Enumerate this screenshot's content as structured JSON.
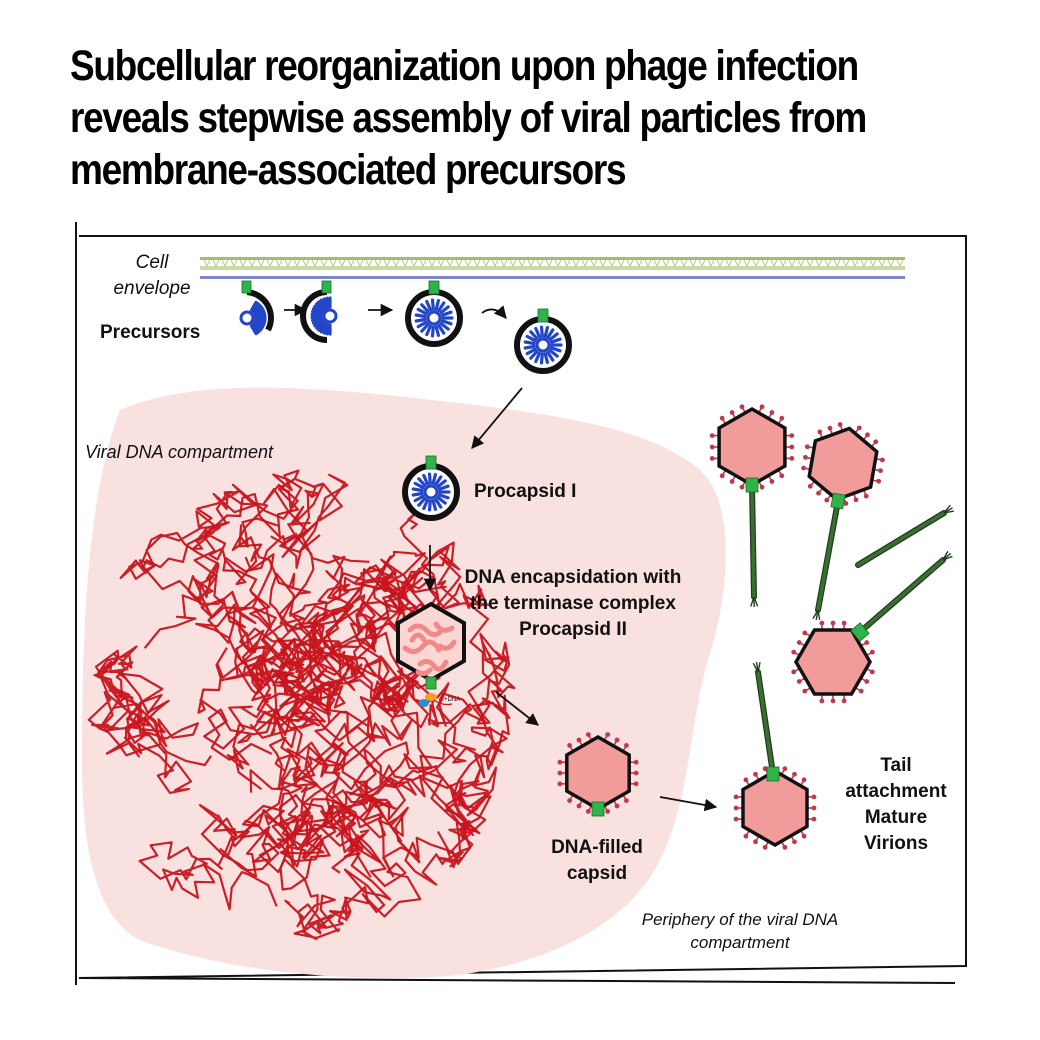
{
  "title": {
    "line1": "Subcellular reorganization upon phage infection",
    "line2": "reveals stepwise assembly of viral particles from",
    "line3": "membrane-associated precursors"
  },
  "labels": {
    "cell_envelope_line1": "Cell",
    "cell_envelope_line2": "envelope",
    "precursors": "Precursors",
    "viral_dna_compartment": "Viral DNA  compartment",
    "procapsid_1": "Procapsid I",
    "encapsidation_line1": "DNA encapsidation with",
    "encapsidation_line2": "the terminase complex",
    "encapsidation_line3": "Procapsid II",
    "dna_filled_line1": "DNA-filled",
    "dna_filled_line2": "capsid",
    "tail_line1": "Tail",
    "tail_line2": "attachment",
    "tail_line3": "Mature",
    "tail_line4": "Virions",
    "periphery_line1": "Periphery of the viral DNA",
    "periphery_line2": "compartment",
    "dna_tag": "+DNA"
  },
  "colors": {
    "dna": "#c8141e",
    "compartment": "#f9e1df",
    "capsid_fill": "#f29b9b",
    "capsid_edge": "#111111",
    "portal": "#2fb34a",
    "scaffold": "#2346c8",
    "tail": "#3c6e34",
    "fiber": "#c0394a"
  }
}
